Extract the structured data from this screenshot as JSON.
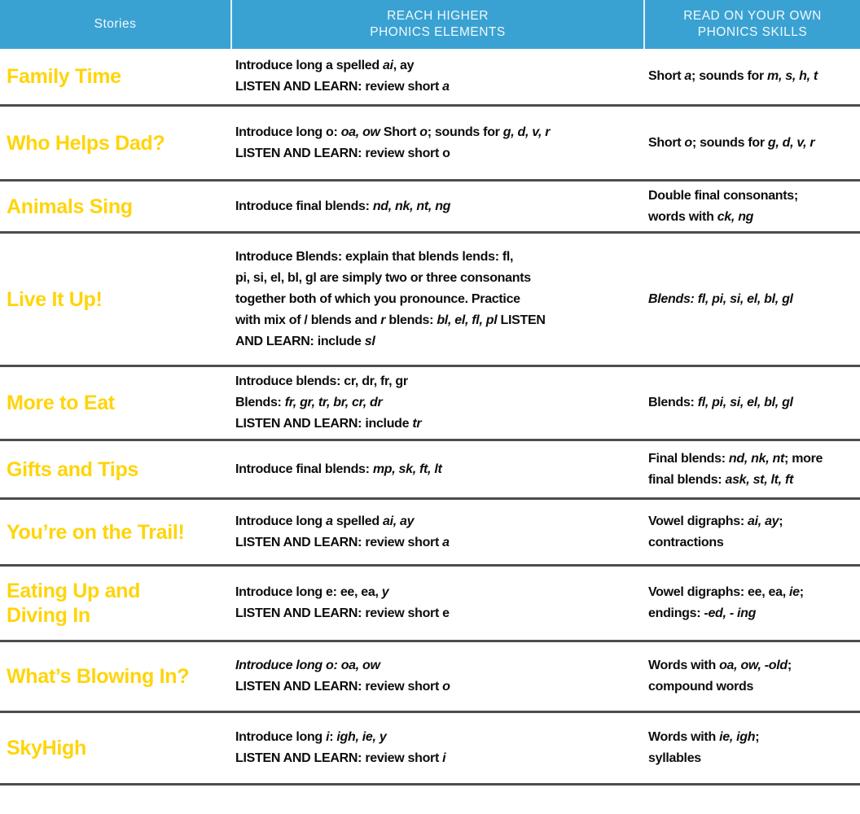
{
  "colors": {
    "header_bg": "#3AA2D2",
    "title_yellow": "#FFD40A",
    "row_divider": "#4D4D4D"
  },
  "header": {
    "col1": "Stories",
    "col2": [
      "REACH HIGHER",
      "PHONICS ELEMENTS"
    ],
    "col3": [
      "READ ON YOUR OWN",
      "PHONICS SKILLS"
    ]
  },
  "rows": [
    {
      "title": [
        [
          {
            "t": "Family Time"
          }
        ]
      ],
      "elements": [
        [
          {
            "t": "Introduce long a spelled "
          },
          {
            "t": "ai",
            "i": true
          },
          {
            "t": ", ay"
          }
        ],
        [
          {
            "t": "LISTEN AND LEARN: review short "
          },
          {
            "t": "a",
            "i": true
          }
        ]
      ],
      "skills": [
        [
          {
            "t": "Short "
          },
          {
            "t": "a",
            "i": true
          },
          {
            "t": "; sounds for "
          },
          {
            "t": "m, s, h, t",
            "i": true
          }
        ]
      ]
    },
    {
      "title": [
        [
          {
            "t": "Who Helps Dad?"
          }
        ]
      ],
      "elements": [
        [
          {
            "t": "Introduce long o: "
          },
          {
            "t": "oa, ow",
            "i": true
          },
          {
            "t": " Short "
          },
          {
            "t": "o",
            "i": true
          },
          {
            "t": "; sounds for "
          },
          {
            "t": "g, d, v, r",
            "i": true
          }
        ],
        [
          {
            "t": "LISTEN AND LEARN: review short o"
          }
        ]
      ],
      "skills": [
        [
          {
            "t": "Short "
          },
          {
            "t": "o",
            "i": true
          },
          {
            "t": "; sounds for "
          },
          {
            "t": "g, d, v, r",
            "i": true
          }
        ]
      ]
    },
    {
      "title": [
        [
          {
            "t": "Animals Sing"
          }
        ]
      ],
      "elements": [
        [
          {
            "t": "Introduce final blends: "
          },
          {
            "t": "nd, nk, nt, ng",
            "i": true
          }
        ]
      ],
      "skills": [
        [
          {
            "t": "Double final consonants;"
          }
        ],
        [
          {
            "t": "words with "
          },
          {
            "t": "ck, ng",
            "i": true
          }
        ]
      ]
    },
    {
      "title": [
        [
          {
            "t": "Live It Up!"
          }
        ]
      ],
      "elements": [
        [
          {
            "t": "Introduce Blends: explain that blends lends: fl,"
          }
        ],
        [
          {
            "t": "pi, si, el, bl, gl are simply two or three consonants"
          }
        ],
        [
          {
            "t": "together both of which you pronounce. Practice"
          }
        ],
        [
          {
            "t": "with mix of / blends and "
          },
          {
            "t": "r",
            "i": true
          },
          {
            "t": " blends: "
          },
          {
            "t": "bl, el, fl, pl",
            "i": true
          },
          {
            "t": " LISTEN"
          }
        ],
        [
          {
            "t": "AND LEARN: include "
          },
          {
            "t": "sl",
            "i": true
          }
        ]
      ],
      "skills": [
        [
          {
            "t": "Blends: fl, pi, si, el, bl, gl",
            "i": true
          }
        ]
      ]
    },
    {
      "title": [
        [
          {
            "t": "More to Eat"
          }
        ]
      ],
      "elements": [
        [
          {
            "t": "Introduce blends: cr, dr, fr, gr"
          }
        ],
        [
          {
            "t": "Blends: "
          },
          {
            "t": "fr, gr, tr, br, cr, dr",
            "i": true
          }
        ],
        [
          {
            "t": "LISTEN AND LEARN: include "
          },
          {
            "t": "tr",
            "i": true
          }
        ]
      ],
      "skills": [
        [
          {
            "t": "Blends: "
          },
          {
            "t": "fl, pi, si, el, bl, gl",
            "i": true
          }
        ]
      ]
    },
    {
      "title": [
        [
          {
            "t": "Gifts and Tips"
          }
        ]
      ],
      "elements": [
        [
          {
            "t": "Introduce final blends: "
          },
          {
            "t": "mp, sk, ft, lt",
            "i": true
          }
        ]
      ],
      "skills": [
        [
          {
            "t": "Final blends: "
          },
          {
            "t": "nd, nk, nt",
            "i": true
          },
          {
            "t": "; more"
          }
        ],
        [
          {
            "t": "final blends: "
          },
          {
            "t": "ask, st, lt, ft",
            "i": true
          }
        ]
      ]
    },
    {
      "title": [
        [
          {
            "t": "You’re on the Trail!"
          }
        ]
      ],
      "elements": [
        [
          {
            "t": "Introduce long "
          },
          {
            "t": "a",
            "i": true
          },
          {
            "t": " spelled "
          },
          {
            "t": "ai, ay",
            "i": true
          }
        ],
        [
          {
            "t": "LISTEN AND LEARN: review short "
          },
          {
            "t": "a",
            "i": true
          }
        ]
      ],
      "skills": [
        [
          {
            "t": "Vowel digraphs: "
          },
          {
            "t": "ai, ay",
            "i": true
          },
          {
            "t": ";"
          }
        ],
        [
          {
            "t": "contractions"
          }
        ]
      ]
    },
    {
      "title": [
        [
          {
            "t": "Eating Up and"
          }
        ],
        [
          {
            "t": "Diving In"
          }
        ]
      ],
      "elements": [
        [
          {
            "t": "Introduce long e: ee, ea, "
          },
          {
            "t": "y",
            "i": true
          }
        ],
        [
          {
            "t": "LISTEN AND LEARN: review short e"
          }
        ]
      ],
      "skills": [
        [
          {
            "t": "Vowel digraphs: ee, ea, "
          },
          {
            "t": "ie",
            "i": true
          },
          {
            "t": ";"
          }
        ],
        [
          {
            "t": "endings: "
          },
          {
            "t": "-ed, - ing",
            "i": true
          }
        ]
      ]
    },
    {
      "title": [
        [
          {
            "t": "What’s Blowing In?"
          }
        ]
      ],
      "elements": [
        [
          {
            "t": "Introduce long o: oa, ow",
            "i": true
          }
        ],
        [
          {
            "t": "LISTEN AND LEARN: review short "
          },
          {
            "t": "o",
            "i": true
          }
        ]
      ],
      "skills": [
        [
          {
            "t": "Words with "
          },
          {
            "t": "oa, ow, -old",
            "i": true
          },
          {
            "t": ";"
          }
        ],
        [
          {
            "t": "compound words"
          }
        ]
      ]
    },
    {
      "title": [
        [
          {
            "t": "SkyHigh"
          }
        ]
      ],
      "elements": [
        [
          {
            "t": "Introduce long "
          },
          {
            "t": "i",
            "i": true
          },
          {
            "t": ": "
          },
          {
            "t": "igh, ie, y",
            "i": true
          }
        ],
        [
          {
            "t": "LISTEN AND LEARN: review short "
          },
          {
            "t": "i",
            "i": true
          }
        ]
      ],
      "skills": [
        [
          {
            "t": "Words with "
          },
          {
            "t": "ie, igh",
            "i": true
          },
          {
            "t": ";"
          }
        ],
        [
          {
            "t": "syllables"
          }
        ]
      ]
    }
  ]
}
